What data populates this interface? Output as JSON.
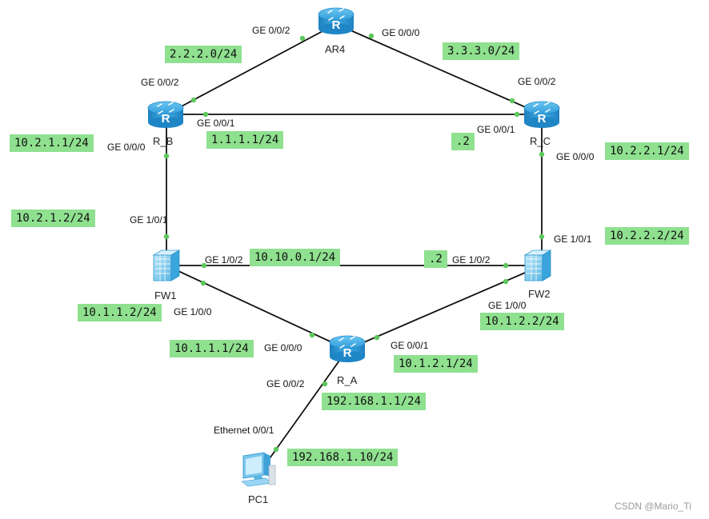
{
  "colors": {
    "link": "#111111",
    "port_dot": "#5cc85c",
    "ip_label_bg": "#8fe08f",
    "router_body": "#2f9bd8",
    "firewall_body": "#7dc8ec"
  },
  "devices": {
    "ar4": {
      "name": "AR4",
      "icon": "router-icon"
    },
    "rb": {
      "name": "R_B",
      "icon": "router-icon"
    },
    "rc": {
      "name": "R_C",
      "icon": "router-icon"
    },
    "fw1": {
      "name": "FW1",
      "icon": "firewall-icon"
    },
    "fw2": {
      "name": "FW2",
      "icon": "firewall-icon"
    },
    "ra": {
      "name": "R_A",
      "icon": "router-icon"
    },
    "pc1": {
      "name": "PC1",
      "icon": "pc-icon"
    }
  },
  "ports": {
    "ar4_g002": "GE 0/0/2",
    "ar4_g000": "GE 0/0/0",
    "rb_g002": "GE 0/0/2",
    "rb_g001": "GE 0/0/1",
    "rb_g000": "GE 0/0/0",
    "rc_g002": "GE 0/0/2",
    "rc_g001": "GE 0/0/1",
    "rc_g000": "GE 0/0/0",
    "fw1_g101": "GE 1/0/1",
    "fw1_g102": "GE 1/0/2",
    "fw1_g100": "GE 1/0/0",
    "fw2_g101": "GE 1/0/1",
    "fw2_g102": "GE 1/0/2",
    "fw2_g100": "GE 1/0/0",
    "ra_g000": "GE 0/0/0",
    "ra_g001": "GE 0/0/1",
    "ra_g002": "GE 0/0/2",
    "pc1_eth": "Ethernet 0/0/1"
  },
  "addresses": {
    "net_ar4_rb": "2.2.2.0/24",
    "net_ar4_rc": "3.3.3.0/24",
    "rb_rc_left": "1.1.1.1/24",
    "rb_rc_right": ".2",
    "rb_down": "10.2.1.1/24",
    "fw1_up": "10.2.1.2/24",
    "rc_down": "10.2.2.1/24",
    "fw2_up": "10.2.2.2/24",
    "fw_link_left": "10.10.0.1/24",
    "fw_link_right": ".2",
    "fw1_down": "10.1.1.2/24",
    "ra_left": "10.1.1.1/24",
    "fw2_down": "10.1.2.2/24",
    "ra_right": "10.1.2.1/24",
    "ra_down": "192.168.1.1/24",
    "pc1_addr": "192.168.1.10/24"
  },
  "watermark": "CSDN @Mario_Ti"
}
